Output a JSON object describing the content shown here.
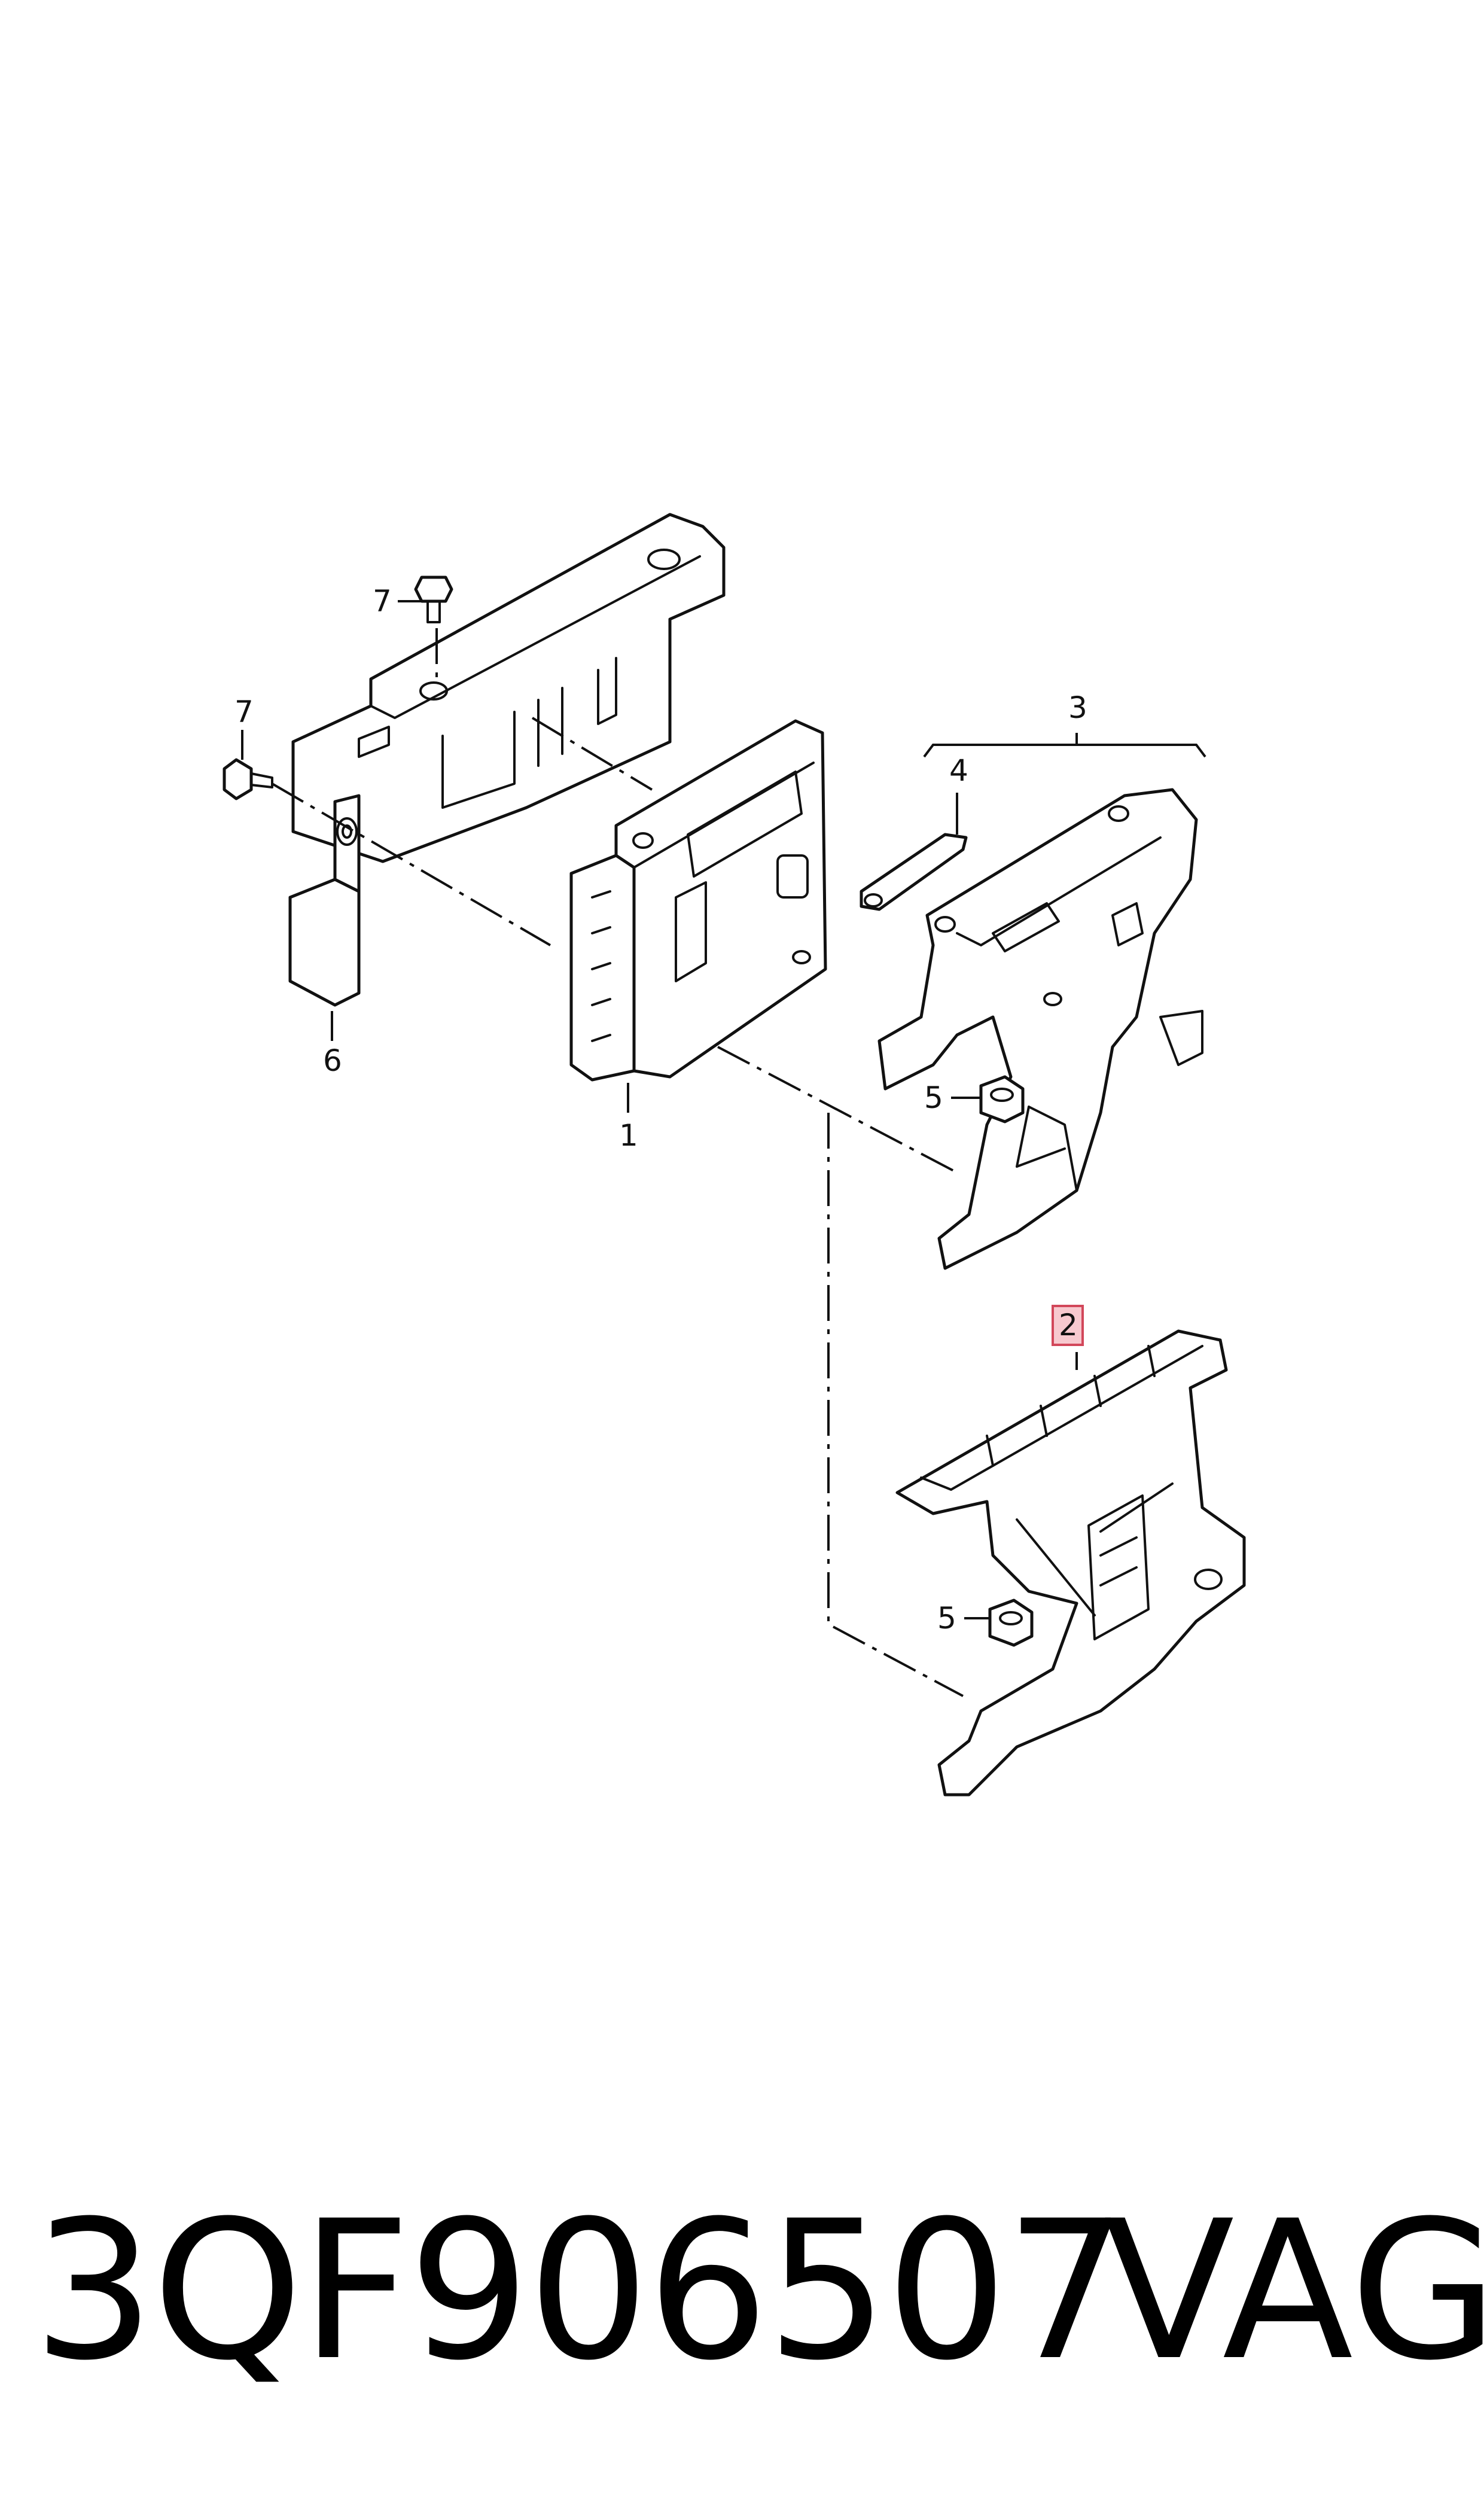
{
  "diagram": {
    "callouts": [
      {
        "id": "1",
        "label": "1",
        "highlighted": false
      },
      {
        "id": "2",
        "label": "2",
        "highlighted": true
      },
      {
        "id": "3",
        "label": "3",
        "highlighted": false
      },
      {
        "id": "4",
        "label": "4",
        "highlighted": false
      },
      {
        "id": "5a",
        "label": "5",
        "highlighted": false
      },
      {
        "id": "5b",
        "label": "5",
        "highlighted": false
      },
      {
        "id": "6",
        "label": "6",
        "highlighted": false
      },
      {
        "id": "7a",
        "label": "7",
        "highlighted": false
      },
      {
        "id": "7b",
        "label": "7",
        "highlighted": false
      }
    ],
    "highlight_color": "#f7c9cf",
    "highlight_border": "#d2475a"
  },
  "caption": {
    "part_number": "3QF906507",
    "brand": "VAG"
  }
}
